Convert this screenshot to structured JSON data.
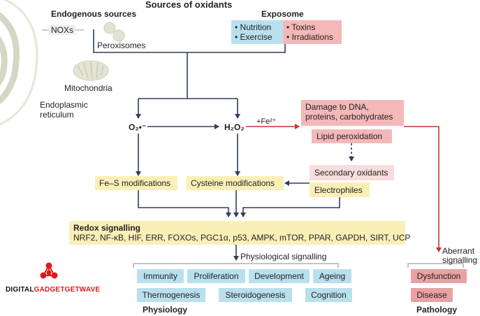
{
  "header": {
    "title": "Sources of oxidants"
  },
  "endogenous": {
    "title": "Endogenous sources",
    "noxs": "NOXs",
    "peroxisomes": "Peroxisomes",
    "mitochondria": "Mitochondria",
    "er_line1": "Endoplasmic",
    "er_line2": "reticulum"
  },
  "exposome": {
    "title": "Exposome",
    "nutrition": "• Nutrition",
    "exercise": "• Exercise",
    "toxins": "• Toxins",
    "irradiations": "• Irradiations"
  },
  "species": {
    "superoxide": "O₂•⁻",
    "h2o2": "H₂O₂",
    "fe": "+Fe²⁺"
  },
  "damage": {
    "box_line1": "Damage to DNA,",
    "box_line2": "proteins, carbohydrates",
    "lipid": "Lipid peroxidation",
    "secondary": "Secondary oxidants",
    "electrophiles": "Electrophiles"
  },
  "modifications": {
    "fes": "Fe–S modifications",
    "cysteine": "Cysteine modifications"
  },
  "redox": {
    "title": "Redox signalling",
    "list": "NRF2, NF-κB, HIF, ERR, FOXOs, PGC1α, p53, AMPK, mTOR, PPAR, GAPDH, SIRT, UCP"
  },
  "physiology": {
    "signalling_label": "Physiological signalling",
    "title": "Physiology",
    "items": [
      "Immunity",
      "Proliferation",
      "Development",
      "Ageing",
      "Thermogenesis",
      "Steroidogenesis",
      "Cognition"
    ]
  },
  "pathology": {
    "aberrant_line1": "Aberrant",
    "aberrant_line2": "signalling",
    "title": "Pathology",
    "items": [
      "Dysfunction",
      "Disease"
    ]
  },
  "watermark": {
    "part1": "DIGITAL",
    "part2": "GADGETGETWAVE"
  },
  "colors": {
    "arrow_dark": "#2e3e5c",
    "arrow_red": "#c0392b",
    "blue": "#b9e0ee",
    "pink": "#f4b8b8",
    "yellow": "#fbefb8"
  }
}
